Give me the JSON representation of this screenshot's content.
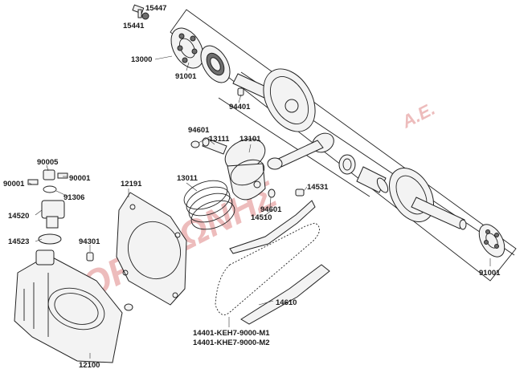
{
  "watermark": {
    "brand": "ΓΚΟΡΟΚΩΝΗΣ",
    "suffix": "Α.Ε.",
    "color": "#e8a6a6"
  },
  "labels": {
    "p15447": "15447",
    "p15441": "15441",
    "p13000": "13000",
    "p91001_top": "91001",
    "p94401": "94401",
    "p94601_a": "94601",
    "p13111": "13111",
    "p13101": "13101",
    "p90005": "90005",
    "p90001_l": "90001",
    "p90001_r": "90001",
    "p91306": "91306",
    "p12191": "12191",
    "p13011": "13011",
    "p14531": "14531",
    "p94601_b": "94601",
    "p14510": "14510",
    "p14520": "14520",
    "p14523": "14523",
    "p94301": "94301",
    "p91001_bot": "91001",
    "p14610": "14610",
    "p14401_m1": "14401-KEH7-9000-M1",
    "p14401_m2": "14401-KHE7-9000-M2",
    "p12100": "12100"
  }
}
